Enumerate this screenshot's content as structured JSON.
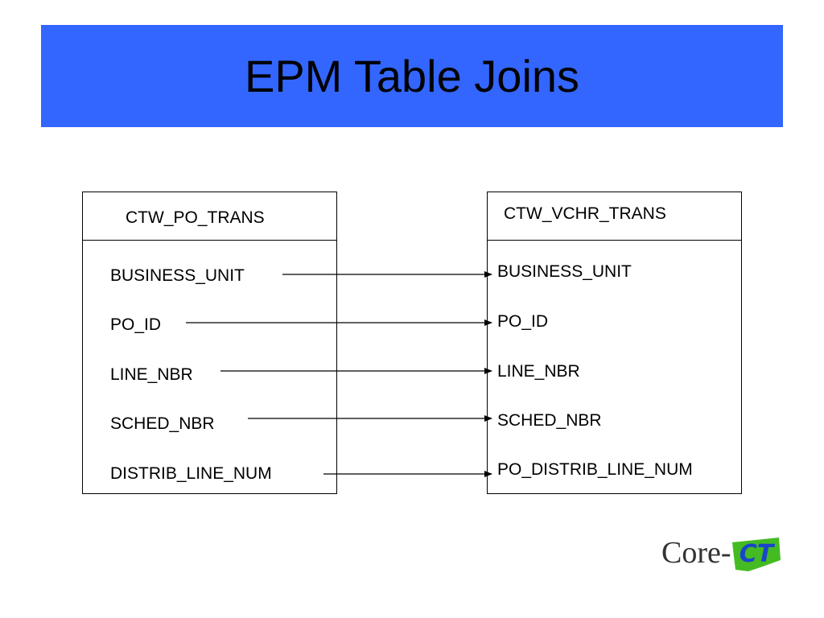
{
  "title": "EPM Table Joins",
  "colors": {
    "title_bar": "#3366ff",
    "line": "#000000",
    "logo_text": "#333333",
    "logo_accent": "#44bb22"
  },
  "left_table": {
    "name": "CTW_PO_TRANS",
    "fields": [
      "BUSINESS_UNIT",
      "PO_ID",
      "LINE_NBR",
      "SCHED_NBR",
      "DISTRIB_LINE_NUM"
    ]
  },
  "right_table": {
    "name": "CTW_VCHR_TRANS",
    "fields": [
      "BUSINESS_UNIT",
      "PO_ID",
      "LINE_NBR",
      "SCHED_NBR",
      "PO_DISTRIB_LINE_NUM"
    ]
  },
  "joins": [
    {
      "from": "BUSINESS_UNIT",
      "to": "BUSINESS_UNIT"
    },
    {
      "from": "PO_ID",
      "to": "PO_ID"
    },
    {
      "from": "LINE_NBR",
      "to": "LINE_NBR"
    },
    {
      "from": "SCHED_NBR",
      "to": "SCHED_NBR"
    },
    {
      "from": "DISTRIB_LINE_NUM",
      "to": "PO_DISTRIB_LINE_NUM"
    }
  ],
  "logo": {
    "text": "Core-",
    "accent_text": "CT"
  }
}
